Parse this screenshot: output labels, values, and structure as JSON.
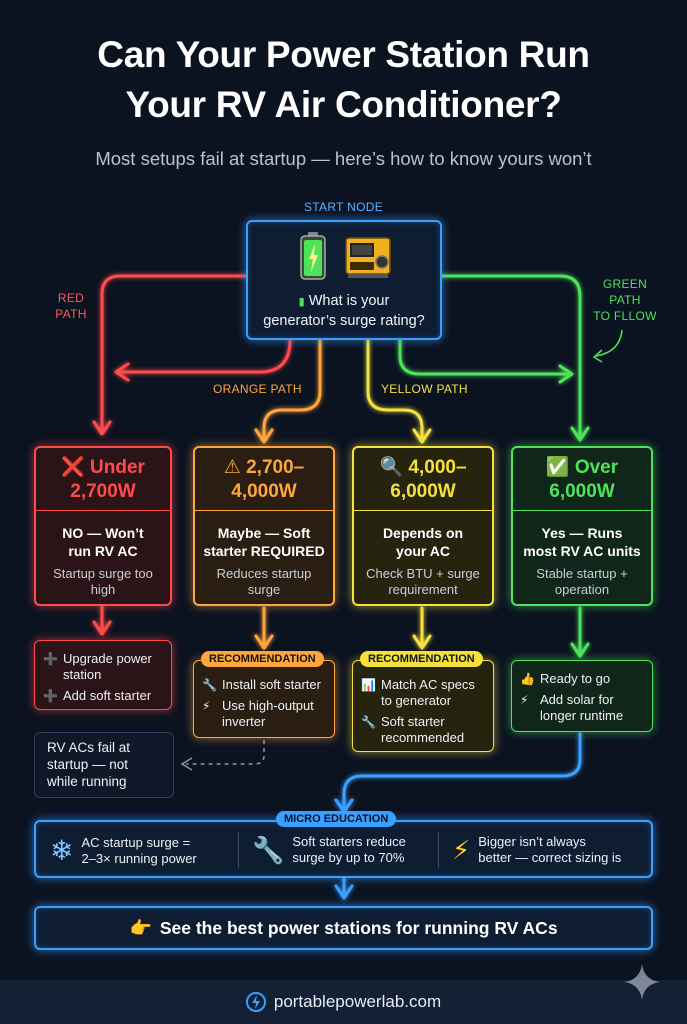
{
  "title": {
    "line1": "Can Your Power Station Run",
    "line2": "Your RV Air Conditioner?"
  },
  "subtitle": "Most setups fail at startup — here’s how to know yours won’t",
  "start": {
    "tag": "START NODE",
    "question_line1": "What is your",
    "question_line2": "generator’s surge rating?"
  },
  "paths": {
    "red": [
      "RED",
      "PATH"
    ],
    "orange": "ORANGE PATH",
    "yellow": "YELLOW PATH",
    "green": [
      "GREEN",
      "PATH",
      "TO FLLOW"
    ]
  },
  "branches": [
    {
      "id": "red",
      "color": "#ff4b4b",
      "icon": "cross-mark-icon",
      "icon_glyph": "❌",
      "range_l1": "Under",
      "range_l2": "2,700W",
      "answer_l1": "NO — Won’t",
      "answer_l2": "run RV AC",
      "note_l1": "Startup surge too",
      "note_l2": "high",
      "rec_label": "",
      "recs": [
        {
          "icon": "plus-icon",
          "glyph": "➕",
          "lines": [
            "Upgrade power",
            "station"
          ]
        },
        {
          "icon": "plus-icon",
          "glyph": "➕",
          "lines": [
            "Add soft starter"
          ]
        }
      ]
    },
    {
      "id": "orange",
      "color": "#ffa63a",
      "icon": "warning-icon",
      "icon_glyph": "⚠",
      "range_l1": "2,700–",
      "range_l2": "4,000W",
      "answer_l1": "Maybe — Soft",
      "answer_l2": "starter REQUIRED",
      "note_l1": "Reduces startup",
      "note_l2": "surge",
      "rec_label": "RECOMMENDATION",
      "recs": [
        {
          "icon": "wrench-icon",
          "glyph": "🔧",
          "lines": [
            "Install soft starter"
          ]
        },
        {
          "icon": "lightning-icon",
          "glyph": "⚡",
          "lines": [
            "Use high-output",
            "inverter"
          ]
        }
      ]
    },
    {
      "id": "yellow",
      "color": "#f5e13c",
      "icon": "magnifier-icon",
      "icon_glyph": "🔍",
      "range_l1": "4,000–",
      "range_l2": "6,000W",
      "answer_l1": "Depends on",
      "answer_l2": "your AC",
      "note_l1": "Check BTU + surge",
      "note_l2": "requirement",
      "rec_label": "RECOMMENDATION",
      "recs": [
        {
          "icon": "bar-chart-icon",
          "glyph": "📊",
          "lines": [
            "Match AC specs",
            "to generator"
          ]
        },
        {
          "icon": "wrench-icon",
          "glyph": "🔧",
          "lines": [
            "Soft starter",
            "recommended"
          ]
        }
      ]
    },
    {
      "id": "green",
      "color": "#4de35a",
      "icon": "check-mark-icon",
      "icon_glyph": "✅",
      "range_l1": "Over",
      "range_l2": "6,000W",
      "answer_l1": "Yes — Runs",
      "answer_l2": "most RV AC units",
      "note_l1": "Stable startup +",
      "note_l2": "operation",
      "rec_label": "",
      "recs": [
        {
          "icon": "thumbs-up-icon",
          "glyph": "👍",
          "lines": [
            "Ready to go"
          ]
        },
        {
          "icon": "lightning-icon",
          "glyph": "⚡",
          "lines": [
            "Add solar for",
            "longer runtime"
          ]
        }
      ]
    }
  ],
  "side_note": [
    "RV ACs fail at",
    "startup — not",
    "while running"
  ],
  "education": {
    "label": "MICRO EDUCATION",
    "items": [
      {
        "icon": "snowflake-icon",
        "lines": [
          "AC startup surge =",
          "2–3× running power"
        ]
      },
      {
        "icon": "wrench-icon",
        "lines": [
          "Soft starters reduce",
          "surge by up to 70%"
        ]
      },
      {
        "icon": "lightning-icon",
        "lines": [
          "Bigger isn’t always",
          "better — correct sizing is"
        ]
      }
    ]
  },
  "cta": "See the best power stations for running RV ACs",
  "footer": "portablepowerlab.com",
  "colors": {
    "background": "#0b1220",
    "blue": "#3aa0ff",
    "red": "#ff4b4b",
    "orange": "#ffa63a",
    "yellow": "#f5e13c",
    "green": "#4de35a"
  }
}
